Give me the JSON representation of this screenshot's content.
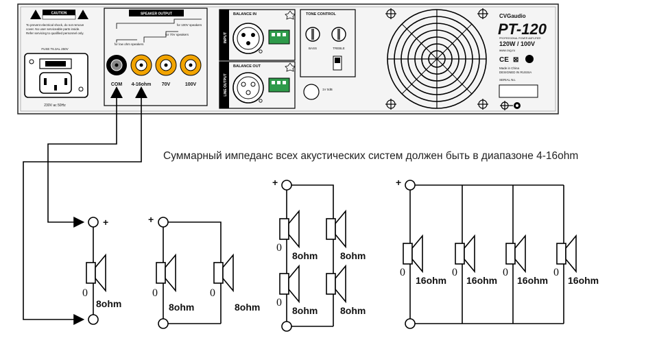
{
  "caution_label": "CAUTION",
  "warning_lines": [
    "To prevent electrical shock, do not remove",
    "cover. No user serviceable parts inside.",
    "Refer servicing to qualified personnel only."
  ],
  "fuse_label": "FUSE T6.3AL 250V",
  "mains_label": "230V ac 50Hz",
  "speaker_output_title": "SPEAKER OUTPUT",
  "speaker_notes": [
    "for low ohm speakers",
    "for 70V speakers",
    "for 100V speakers"
  ],
  "terminal_labels": [
    "COM",
    "4-16ohm",
    "70V",
    "100V"
  ],
  "balance_in_title": "BALANCE IN",
  "balance_out_title": "BALANCE OUT",
  "side_labels": [
    "INPUT",
    "LINE OUTPUT"
  ],
  "tone_control_title": "TONE CONTROL",
  "tone_knobs": [
    "BASS",
    "TREBLE"
  ],
  "sensitivity_note": "1V 0dB",
  "brand": "CVGaudio",
  "model": "PT-120",
  "model_sub": "120W / 100V",
  "site": "www.cvg.ru",
  "model_desc": "PROFESSIONAL POWER AMPLIFIER",
  "made_lines": [
    "Made in China",
    "DESIGNED IN RUSSIA"
  ],
  "serial_label": "SERIAL No.",
  "caption": "Суммарный импеданс всех акустических систем должен быть в диапазоне 4-16ohm",
  "plus_sign": "+",
  "zero_mark": "0",
  "configs": [
    {
      "speakers": 1,
      "impedance_label": "8ohm"
    },
    {
      "speakers": 2,
      "impedance_label": "8ohm"
    },
    {
      "speakers": 4,
      "impedance_label": "8ohm"
    },
    {
      "speakers": 4,
      "impedance_label": "16ohm"
    }
  ]
}
